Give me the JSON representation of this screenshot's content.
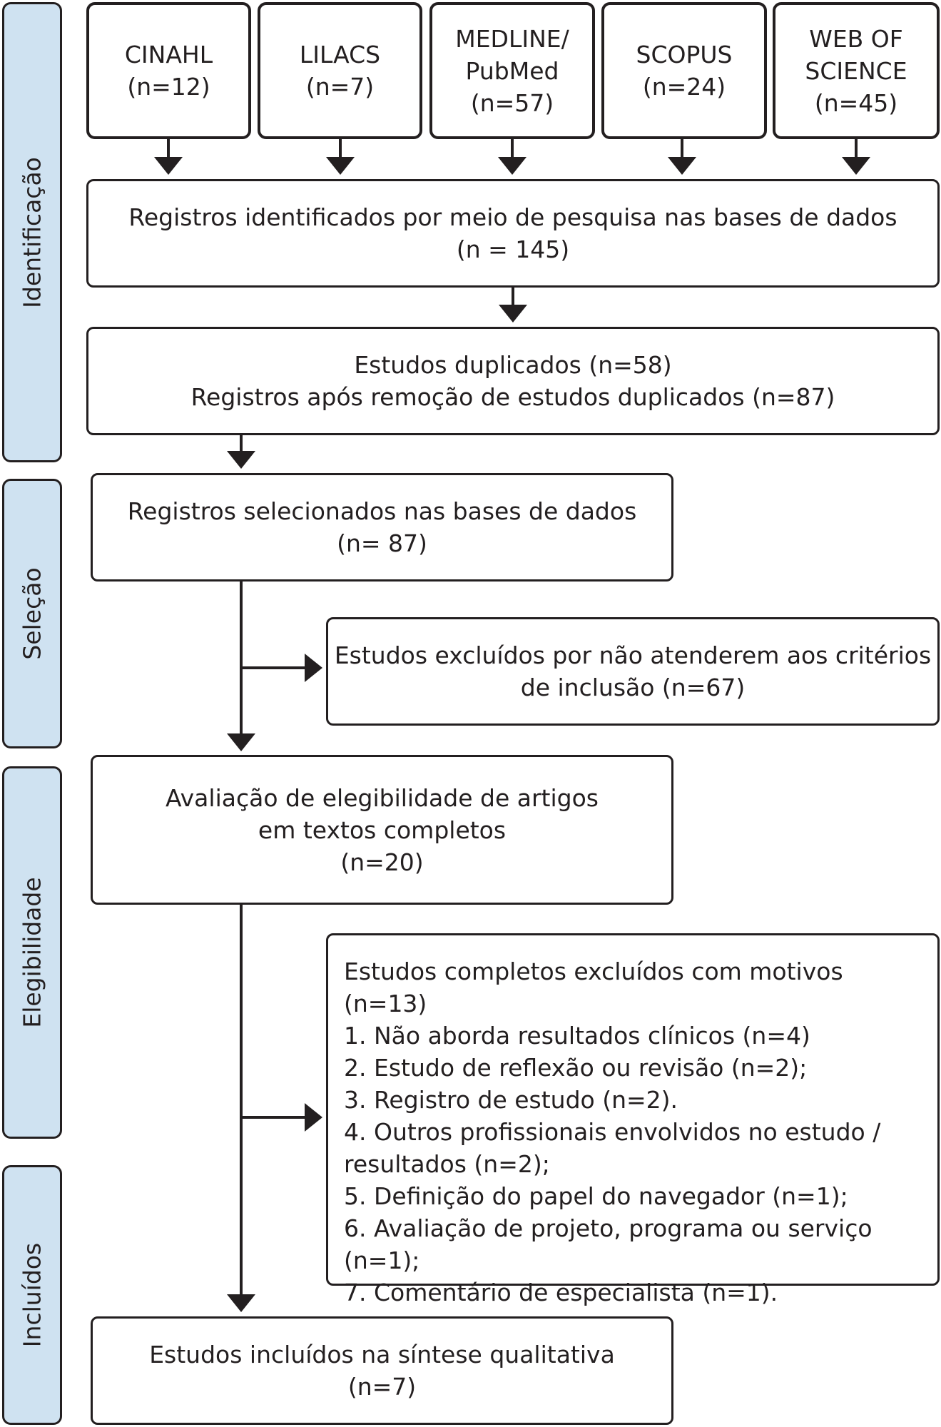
{
  "phases": [
    {
      "id": "identificacao",
      "label": "Identificação"
    },
    {
      "id": "selecao",
      "label": "Seleção"
    },
    {
      "id": "elegibilidade",
      "label": "Elegibilidade"
    },
    {
      "id": "incluidos",
      "label": "Incluídos"
    }
  ],
  "databases": [
    {
      "name_lines": [
        "CINAHL"
      ],
      "count": "(n=12)"
    },
    {
      "name_lines": [
        "LILACS"
      ],
      "count": "(n=7)"
    },
    {
      "name_lines": [
        "MEDLINE/",
        "PubMed"
      ],
      "count": "(n=57)"
    },
    {
      "name_lines": [
        "SCOPUS"
      ],
      "count": "(n=24)"
    },
    {
      "name_lines": [
        "WEB OF",
        "SCIENCE"
      ],
      "count": "(n=45)"
    }
  ],
  "identified": {
    "text": "Registros identificados por meio de pesquisa nas bases de dados",
    "count": "(n = 145)"
  },
  "duplicates": {
    "line1": "Estudos duplicados (n=58)",
    "line2": "Registros após remoção de estudos duplicados (n=87)"
  },
  "screened": {
    "text": "Registros selecionados nas bases de dados",
    "count": "(n= 87)"
  },
  "excluded_criteria": {
    "line1": "Estudos excluídos por não atenderem aos critérios",
    "line2": "de inclusão (n=67)"
  },
  "eligibility": {
    "line1": "Avaliação de elegibilidade de artigos",
    "line2": "em textos completos",
    "count": "(n=20)"
  },
  "full_text_excluded": {
    "title": "Estudos completos excluídos com motivos (n=13)",
    "reasons": [
      "1. Não aborda resultados clínicos (n=4)",
      "2. Estudo de reflexão ou revisão (n=2);",
      "3. Registro de estudo (n=2).",
      "4. Outros profissionais envolvidos no estudo /",
      "resultados (n=2);",
      "5. Definição do papel do navegador (n=1);",
      "6. Avaliação de projeto, programa ou serviço (n=1);",
      "7. Comentário de especialista (n=1)."
    ]
  },
  "included": {
    "text": "Estudos incluídos na síntese qualitativa",
    "count": "(n=7)"
  }
}
